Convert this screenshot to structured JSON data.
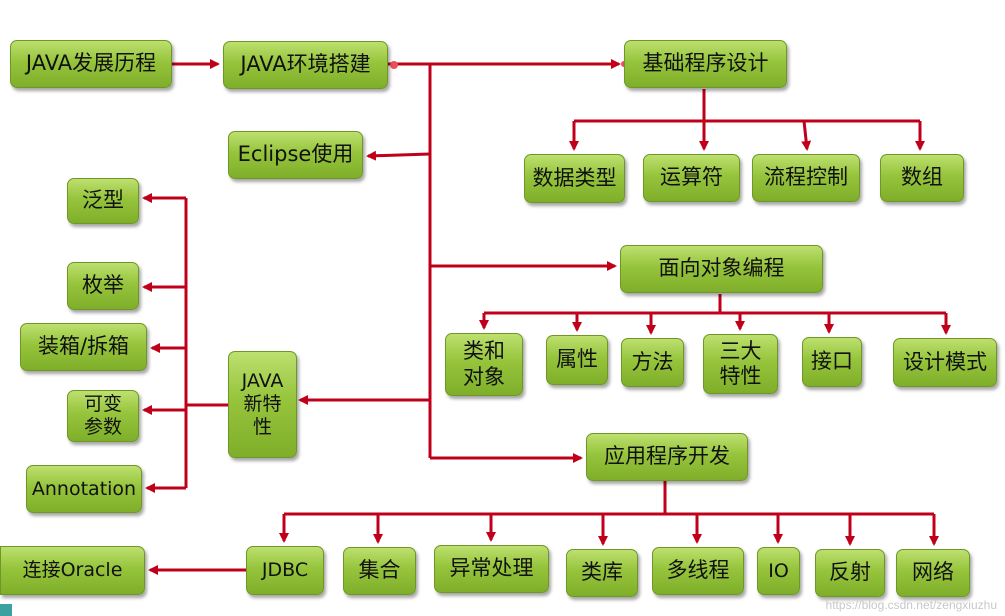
{
  "nodes": {
    "java_history": "JAVA发展历程",
    "java_env": "JAVA环境搭建",
    "eclipse": "Eclipse使用",
    "basic_design": "基础程序设计",
    "data_types": "数据类型",
    "operators": "运算符",
    "flow_control": "流程控制",
    "arrays": "数组",
    "oop": "面向对象编程",
    "class_object": "类和\n对象",
    "attributes": "属性",
    "methods": "方法",
    "three_features": "三大\n特性",
    "interfaces": "接口",
    "design_patterns": "设计模式",
    "java_new": "JAVA\n新特\n性",
    "generics": "泛型",
    "enums": "枚举",
    "boxing": "装箱/拆箱",
    "varargs": "可变\n参数",
    "annotation": "Annotation",
    "app_dev": "应用程序开发",
    "jdbc": "JDBC",
    "collections": "集合",
    "exceptions": "异常处理",
    "class_library": "类库",
    "threads": "多线程",
    "io": "IO",
    "reflection": "反射",
    "network": "网络",
    "oracle": "连接Oracle"
  },
  "watermark": "https://blog.csdn.net/zengxiuzhu",
  "colors": {
    "box": "#96c43c",
    "arrow": "#c0001a"
  }
}
